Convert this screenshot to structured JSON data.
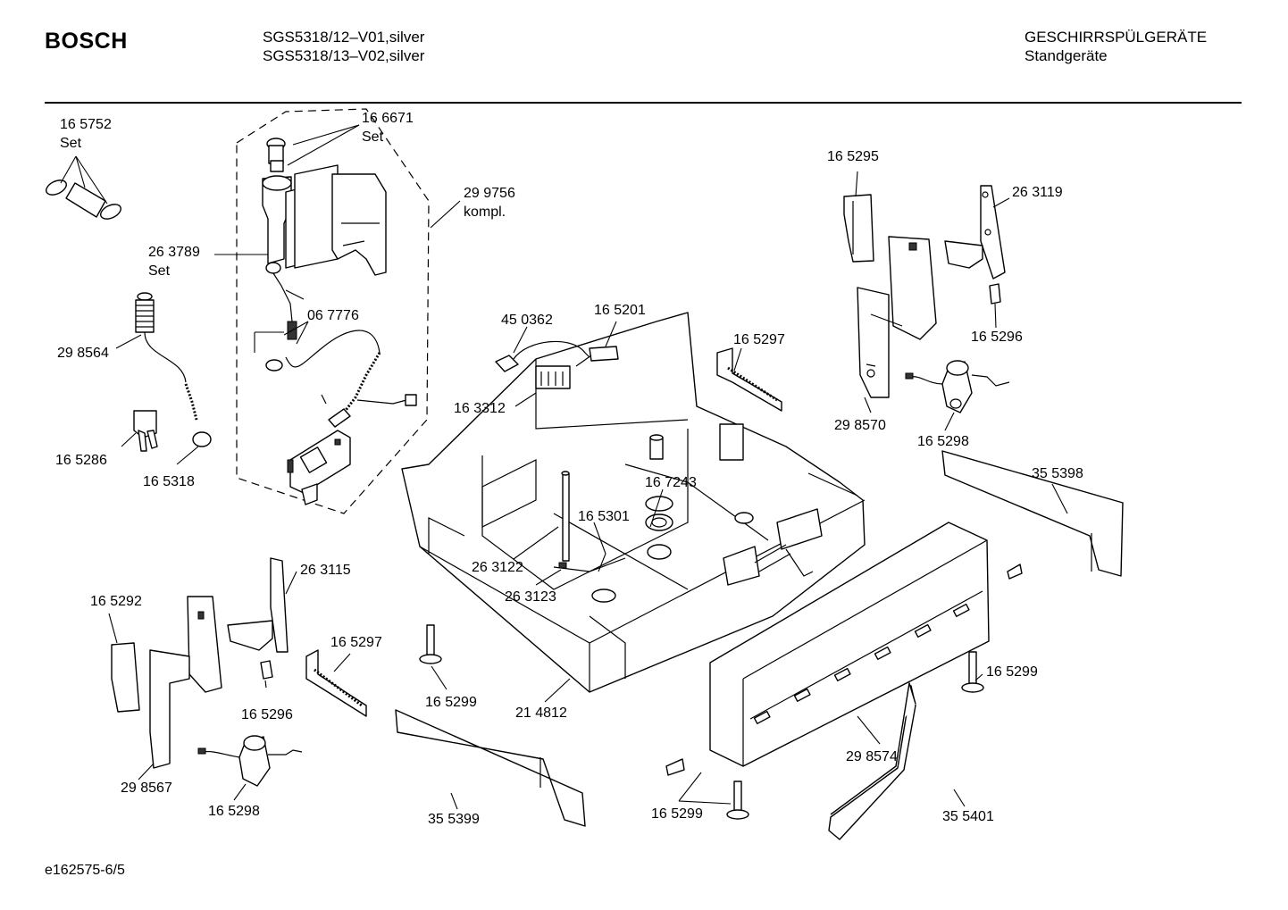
{
  "header": {
    "brand": "BOSCH",
    "model_line_1": "SGS5318/12–V01,silver",
    "model_line_2": "SGS5318/13–V02,silver",
    "category": "GESCHIRRSPÜLGERÄTE",
    "subcategory": "Standgeräte"
  },
  "footer": {
    "drawing_id": "e162575-6/5"
  },
  "parts": {
    "p165752": "16 5752",
    "p165752_note": "Set",
    "p166671": "16 6671",
    "p166671_note": "Set",
    "p299756": "29 9756",
    "p299756_note": "kompl.",
    "p263789": "26 3789",
    "p263789_note": "Set",
    "p067776": "06 7776",
    "p298564": "29 8564",
    "p165286": "16 5286",
    "p165318": "16 5318",
    "p450362": "45 0362",
    "p165201": "16 5201",
    "p163312": "16 3312",
    "p165297a": "16 5297",
    "p165295": "16 5295",
    "p263119": "26 3119",
    "p165296a": "16 5296",
    "p298570": "29 8570",
    "p165298a": "16 5298",
    "p355398": "35 5398",
    "p167243": "16 7243",
    "p165301": "16 5301",
    "p263122": "26 3122",
    "p263123": "26 3123",
    "p263115": "26 3115",
    "p165292": "16 5292",
    "p165297b": "16 5297",
    "p165296b": "16 5296",
    "p165299a": "16 5299",
    "p214812": "21 4812",
    "p298567": "29 8567",
    "p165298b": "16 5298",
    "p355399": "35 5399",
    "p165299b": "16 5299",
    "p165299c": "16 5299",
    "p298574": "29 8574",
    "p355401": "35 5401"
  }
}
